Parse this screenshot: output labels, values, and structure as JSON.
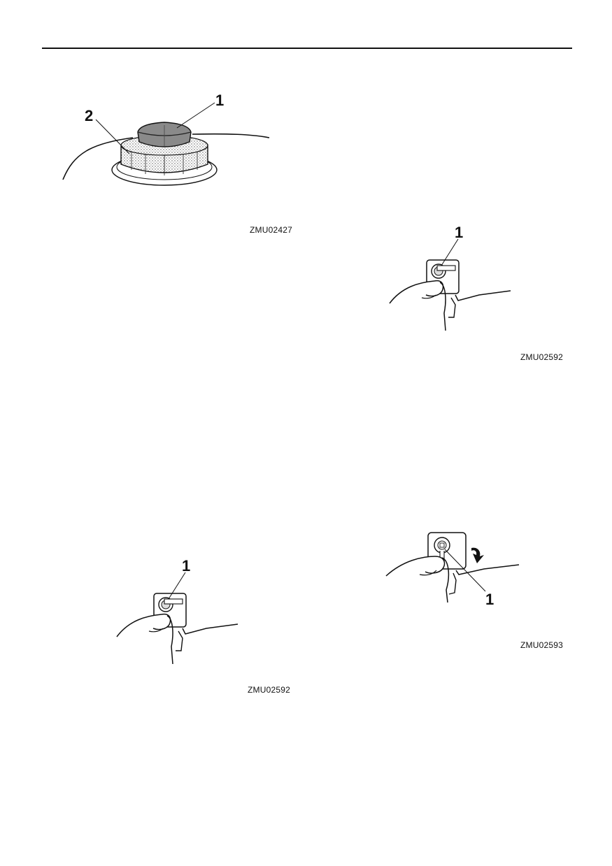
{
  "figures": [
    {
      "code": "ZMU02427",
      "callouts": [
        "1",
        "2"
      ]
    },
    {
      "code": "ZMU02592",
      "callouts": [
        "1"
      ]
    },
    {
      "code": "ZMU02592",
      "callouts": [
        "1"
      ]
    },
    {
      "code": "ZMU02593",
      "callouts": [
        "1"
      ]
    }
  ]
}
